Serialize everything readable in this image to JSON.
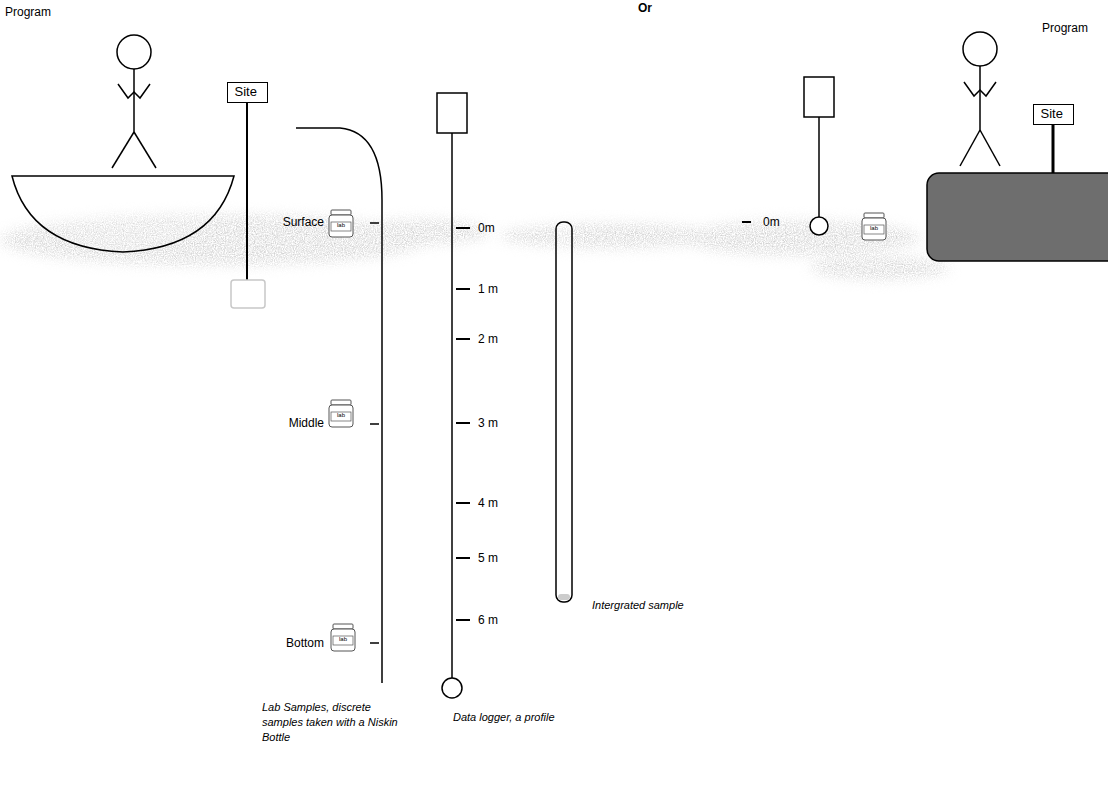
{
  "diagram": {
    "nodes": [
      {
        "text": [
          "Site"
        ]
      },
      {
        "text": [
          "Site"
        ]
      }
    ],
    "labels": [
      "Program",
      "Or",
      "Program",
      "Surface",
      "Middle",
      "Bottom",
      "0m",
      "1 m",
      "2 m",
      "3 m",
      "4 m",
      "5 m",
      "6 m",
      "Intergrated sample",
      "Lab Samples, discrete samples taken with a Niskin Bottle",
      "Data logger, a profile",
      "0m",
      "lab",
      "lab",
      "lab",
      "lab"
    ]
  }
}
